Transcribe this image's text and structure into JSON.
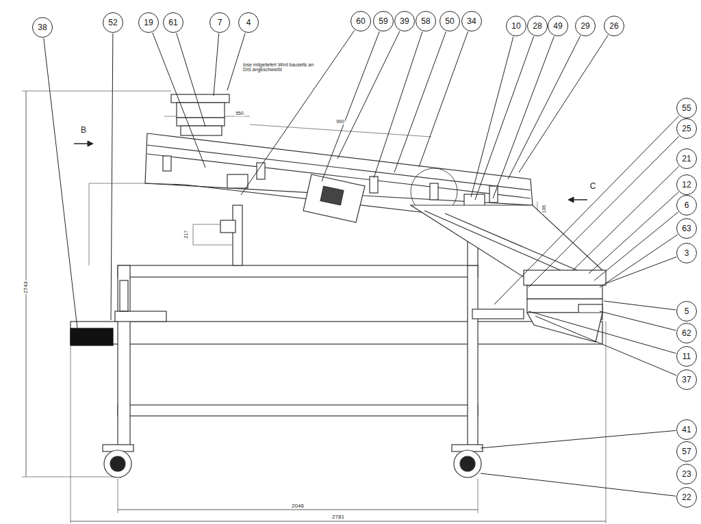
{
  "diagram": {
    "nodes": [
      {
        "text": [
          "38"
        ]
      },
      {
        "text": [
          "52"
        ]
      },
      {
        "text": [
          "19"
        ]
      },
      {
        "text": [
          "61"
        ]
      },
      {
        "text": [
          "7"
        ]
      },
      {
        "text": [
          "4"
        ]
      },
      {
        "text": [
          "60"
        ]
      },
      {
        "text": [
          "59"
        ]
      },
      {
        "text": [
          "39"
        ]
      },
      {
        "text": [
          "58"
        ]
      },
      {
        "text": [
          "50"
        ]
      },
      {
        "text": [
          "34"
        ]
      },
      {
        "text": [
          "10"
        ]
      },
      {
        "text": [
          "28"
        ]
      },
      {
        "text": [
          "49"
        ]
      },
      {
        "text": [
          "29"
        ]
      },
      {
        "text": [
          "26"
        ]
      },
      {
        "text": [
          "55"
        ]
      },
      {
        "text": [
          "25"
        ]
      },
      {
        "text": [
          "21"
        ]
      },
      {
        "text": [
          "12"
        ]
      },
      {
        "text": [
          "6"
        ]
      },
      {
        "text": [
          "63"
        ]
      },
      {
        "text": [
          "3"
        ]
      },
      {
        "text": [
          "5"
        ]
      },
      {
        "text": [
          "62"
        ]
      },
      {
        "text": [
          "11"
        ]
      },
      {
        "text": [
          "37"
        ]
      },
      {
        "text": [
          "41"
        ]
      },
      {
        "text": [
          "57"
        ]
      },
      {
        "text": [
          "23"
        ]
      },
      {
        "text": [
          "22"
        ]
      }
    ],
    "labels": [
      "lose mitgeliefert Wird bauseits an DIS angeschweißt",
      "B",
      "C",
      "550",
      "990",
      "217",
      "106",
      "2743",
      "2046",
      "2781"
    ]
  }
}
